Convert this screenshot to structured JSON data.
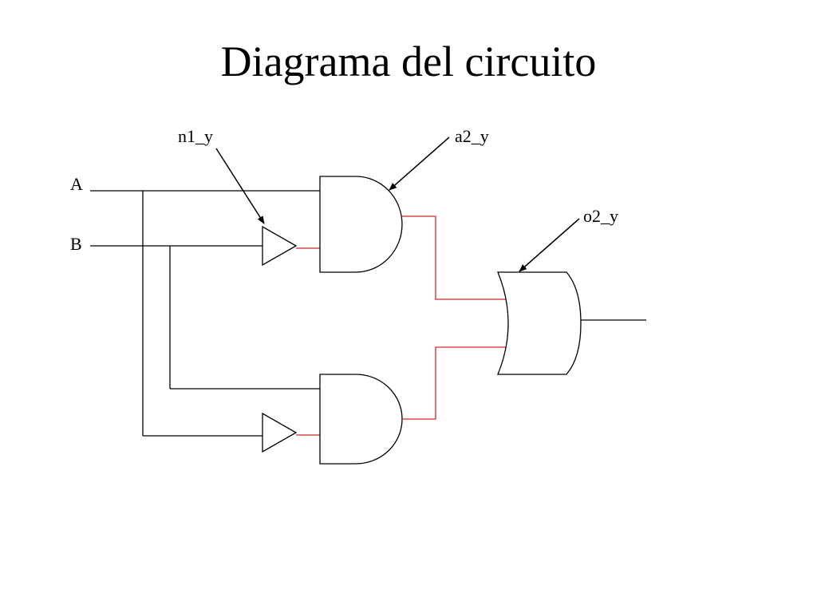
{
  "title": "Diagrama del circuito",
  "inputs": {
    "a": "A",
    "b": "B"
  },
  "labels": {
    "n1_y": "n1_y",
    "a2_y": "a2_y",
    "o2_y": "o2_y"
  },
  "colors": {
    "wire": "#000000",
    "internal_wire": "#d9262c"
  }
}
